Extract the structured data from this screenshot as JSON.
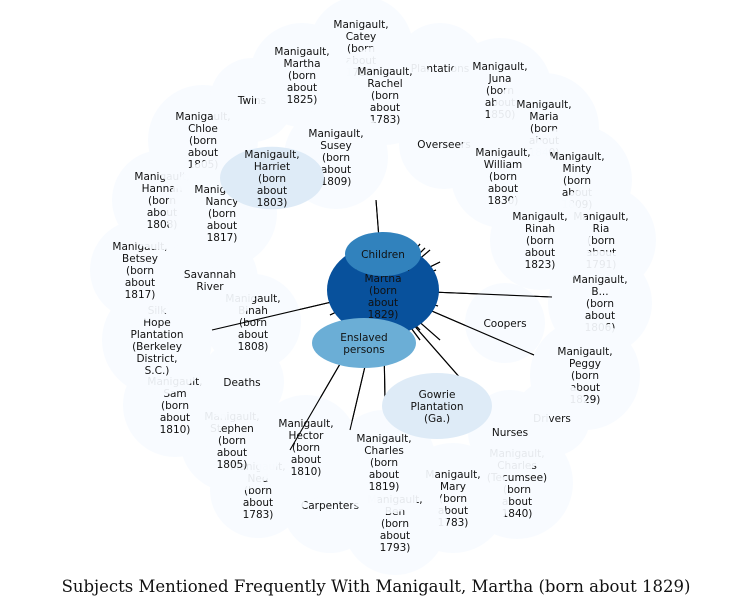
{
  "caption": "Subjects Mentioned Frequently With Manigault, Martha (born about 1829)",
  "colors": {
    "center": "#08519c",
    "ring": "#f7fbff",
    "edge": "#000000",
    "children": "#3182bd",
    "enslaved": "#6baed6",
    "light": "#deebf7"
  },
  "center": {
    "name": "center-node",
    "label": [
      "Manigault,",
      "Martha",
      "(born",
      "about",
      "1829)"
    ]
  },
  "nodes": [
    {
      "name": "node-catey",
      "label": [
        "Manigault,",
        "Catey",
        "(born",
        "about",
        "1788)"
      ]
    },
    {
      "name": "node-plantations",
      "label": [
        "Plantations"
      ]
    },
    {
      "name": "node-juna",
      "label": [
        "Manigault,",
        "Juna",
        "(born",
        "about",
        "1850)"
      ]
    },
    {
      "name": "node-maria",
      "label": [
        "Manigault,",
        "Maria",
        "(born",
        "about",
        "1840)"
      ]
    },
    {
      "name": "node-minty",
      "label": [
        "Manigault,",
        "Minty",
        "(born",
        "about",
        "1809)"
      ]
    },
    {
      "name": "node-ria",
      "label": [
        "Manigault,",
        "Ria",
        "(born",
        "about",
        "1791)"
      ]
    },
    {
      "name": "node-b-about",
      "label": [
        "Manigault,",
        "B...",
        "(born",
        "about",
        "1806)"
      ]
    },
    {
      "name": "node-peggy",
      "label": [
        "Manigault,",
        "Peggy",
        "(born",
        "about",
        "1829)"
      ]
    },
    {
      "name": "node-drivers",
      "label": [
        "Drivers"
      ]
    },
    {
      "name": "node-charles-tecumsee",
      "label": [
        "Manigault,",
        "Charles",
        "(Tecumsee)",
        "(born",
        "about",
        "1840)"
      ]
    },
    {
      "name": "node-mary",
      "label": [
        "Manigault,",
        "Mary",
        "(born",
        "about",
        "1783)"
      ]
    },
    {
      "name": "node-bon-1793",
      "label": [
        "Manigault,",
        "Ben",
        "(born",
        "about",
        "1793)"
      ]
    },
    {
      "name": "node-carpenters",
      "label": [
        "Carpenters"
      ]
    },
    {
      "name": "node-ned",
      "label": [
        "Manigault,",
        "Ned",
        "(born",
        "about",
        "1783)"
      ]
    },
    {
      "name": "node-stephen",
      "label": [
        "Manigault,",
        "Stephen",
        "(born",
        "about",
        "1805)"
      ]
    },
    {
      "name": "node-sam",
      "label": [
        "Manigault,",
        "Sam",
        "(born",
        "about",
        "1810)"
      ]
    },
    {
      "name": "node-silk-hope",
      "label": [
        "Silk",
        "Hope",
        "Plantation",
        "(Berkeley",
        "District,",
        "S.C.)"
      ]
    },
    {
      "name": "node-betsey",
      "label": [
        "Manigault,",
        "Betsey",
        "(born",
        "about",
        "1817)"
      ]
    },
    {
      "name": "node-hannah",
      "label": [
        "Manigault,",
        "Hannah",
        "(born",
        "about",
        "1808)"
      ]
    },
    {
      "name": "node-chloe",
      "label": [
        "Manigault,",
        "Chloe",
        "(born",
        "about",
        "1805)"
      ]
    },
    {
      "name": "node-twins",
      "label": [
        "Twins"
      ]
    },
    {
      "name": "node-martha-1825",
      "label": [
        "Manigault,",
        "Martha",
        "(born",
        "about",
        "1825)"
      ]
    },
    {
      "name": "node-rachel",
      "label": [
        "Manigault,",
        "Rachel",
        "(born",
        "about",
        "1783)"
      ]
    },
    {
      "name": "node-susey",
      "label": [
        "Manigault,",
        "Susey",
        "(born",
        "about",
        "1809)"
      ]
    },
    {
      "name": "node-overseers",
      "label": [
        "Overseers"
      ]
    },
    {
      "name": "node-william",
      "label": [
        "Manigault,",
        "William",
        "(born",
        "about",
        "1830)"
      ]
    },
    {
      "name": "node-rinah",
      "label": [
        "Manigault,",
        "Rinah",
        "(born",
        "about",
        "1823)"
      ]
    },
    {
      "name": "node-coopers",
      "label": [
        "Coopers"
      ]
    },
    {
      "name": "node-nurses",
      "label": [
        "Nurses"
      ]
    },
    {
      "name": "node-gowrie",
      "label": [
        "Gowrie",
        "Plantation",
        "(Ga.)"
      ]
    },
    {
      "name": "node-charles-1819",
      "label": [
        "Manigault,",
        "Charles",
        "(born",
        "about",
        "1819)"
      ]
    },
    {
      "name": "node-hector",
      "label": [
        "Manigault,",
        "Hector",
        "(born",
        "about",
        "1810)"
      ]
    },
    {
      "name": "node-deaths",
      "label": [
        "Deaths"
      ]
    },
    {
      "name": "node-binah",
      "label": [
        "Manigault,",
        "Binah",
        "(born",
        "about",
        "1808)"
      ]
    },
    {
      "name": "node-savannah",
      "label": [
        "Savannah",
        "River"
      ]
    },
    {
      "name": "node-nancy",
      "label": [
        "Manigault,",
        "Nancy",
        "(born",
        "about",
        "1817)"
      ]
    },
    {
      "name": "node-harriet",
      "label": [
        "Manigault,",
        "Harriet",
        "(born",
        "about",
        "1803)"
      ]
    },
    {
      "name": "node-children",
      "label": [
        "Children"
      ]
    },
    {
      "name": "node-enslaved",
      "label": [
        "Enslaved",
        "persons"
      ]
    }
  ]
}
